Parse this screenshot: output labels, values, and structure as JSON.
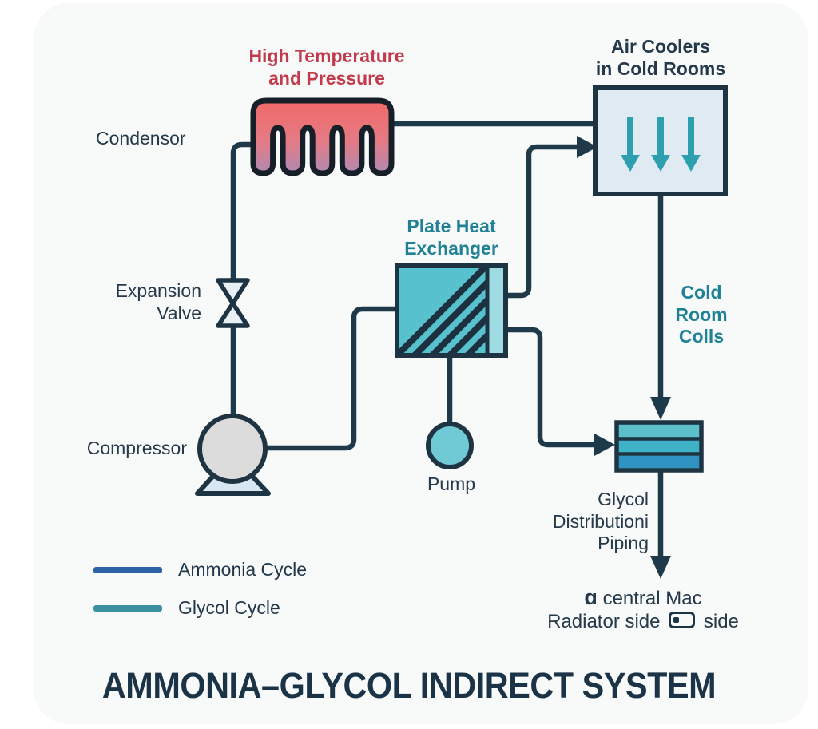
{
  "title": "AMMONIA–GLYCOL INDIRECT SYSTEM",
  "labels": {
    "condenser": "Condensor",
    "high_temp_line1": "High Temperature",
    "high_temp_line2": "and Pressure",
    "air_coolers_line1": "Air Coolers",
    "air_coolers_line2": "in Cold Rooms",
    "plate_he_line1": "Plate Heat",
    "plate_he_line2": "Exchanger",
    "expansion_line1": "Expansion",
    "expansion_line2": "Valve",
    "compressor": "Compressor",
    "pump": "Pump",
    "cold_room_line1": "Cold",
    "cold_room_line2": "Room",
    "cold_room_line3": "Colls",
    "glycol_dist_line1": "Glycol",
    "glycol_dist_line2": "Distributioni",
    "glycol_dist_line3": "Piping",
    "note_glyph": "ɑ",
    "note_line1": "central Mac",
    "note_line2_pre": "Radiator side",
    "note_line2_post": "side"
  },
  "legend": {
    "items": [
      {
        "label": "Ammonia Cycle",
        "color": "#2d62a8"
      },
      {
        "label": "Glycol Cycle",
        "color": "#3b90a0"
      }
    ]
  },
  "colors": {
    "pipe": "#1e3a4a",
    "condenser_top": "#f06a68",
    "condenser_bottom": "#b18ab2",
    "heat_exchanger_fill": "#57c2cd",
    "heat_exchanger_strip": "#9fdbe2",
    "air_cooler_fill": "#dfeaf2",
    "cooler_arrow": "#2da0b0",
    "pump_fill": "#6fcad5",
    "compressor_fill": "#dcdcdc",
    "compressor_base_fill": "#d7e8f2",
    "valve_fill": "#e8f0f6",
    "glycol_stripe_top": "#5dbfca",
    "glycol_stripe_mid": "#3fb2c8",
    "glycol_stripe_bottom": "#2f93c2",
    "label_dark": "#25394a",
    "label_teal": "#1f8194",
    "label_red": "#c23b4c",
    "title_color": "#1b3347"
  }
}
